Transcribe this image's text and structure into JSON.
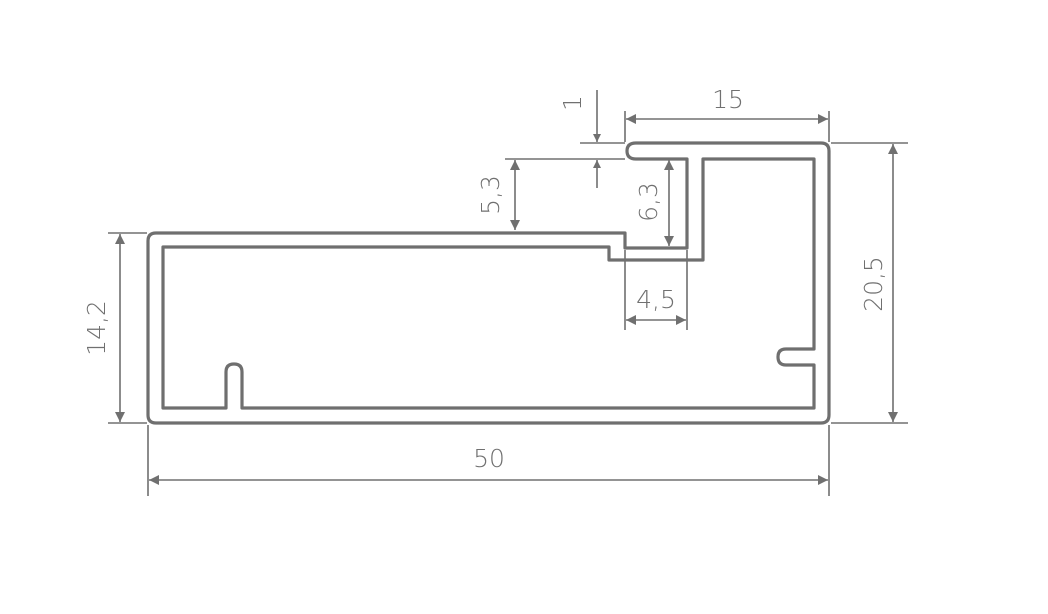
{
  "drawing": {
    "title": "Aluminium profile cross-section",
    "stroke_color": "#6f6f6f",
    "dimensions": {
      "total_width": "50",
      "left_height": "14,2",
      "total_height": "20,5",
      "top_flange_width": "15",
      "lip_thickness": "1",
      "step_height": "5,3",
      "channel_depth": "6,3",
      "channel_width": "4,5"
    }
  }
}
